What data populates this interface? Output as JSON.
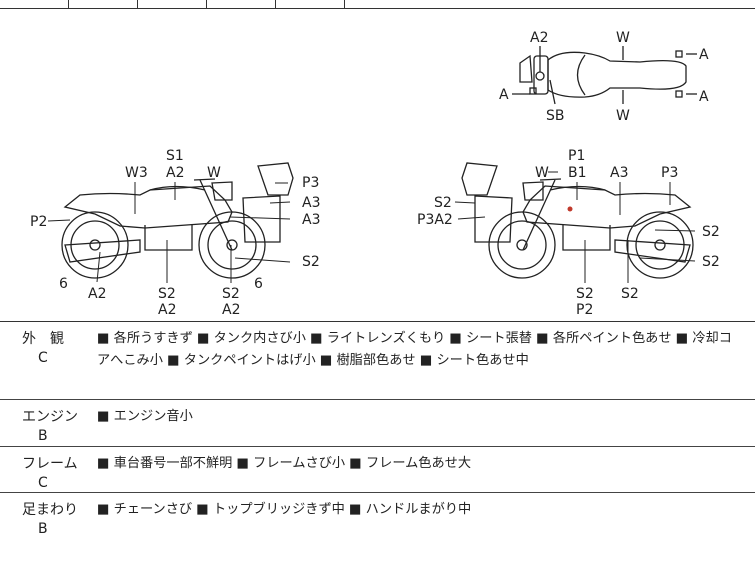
{
  "diagram": {
    "top_view_labels": [
      "A2",
      "W",
      "A",
      "A",
      "A",
      "SB",
      "W"
    ],
    "left_view_labels": [
      "S1",
      "A2",
      "W",
      "W3",
      "P3",
      "A3",
      "A3",
      "P2",
      "S2",
      "6",
      "A2",
      "S2",
      "A2",
      "S2",
      "A2",
      "6"
    ],
    "right_view_labels": [
      "P1",
      "W",
      "B1",
      "A3",
      "P3",
      "S2",
      "P3A2",
      "S2",
      "S2",
      "S2",
      "P2",
      "S2"
    ]
  },
  "sections": [
    {
      "name": "外　観",
      "grade": "C",
      "notes": "■ 各所うすきず ■ タンク内さび小 ■ ライトレンズくもり ■ シート張替 ■ 各所ペイント色あせ ■ 冷却コアへこみ小 ■ タンクペイントはげ小 ■ 樹脂部色あせ ■ シート色あせ中"
    },
    {
      "name": "エンジン",
      "grade": "B",
      "notes": "■ エンジン音小"
    },
    {
      "name": "フレーム",
      "grade": "C",
      "notes": "■ 車台番号一部不鮮明 ■ フレームさび小 ■ フレーム色あせ大"
    },
    {
      "name": "足まわり",
      "grade": "B",
      "notes": "■ チェーンさび ■ トップブリッジきず中 ■ ハンドルまがり中"
    }
  ]
}
